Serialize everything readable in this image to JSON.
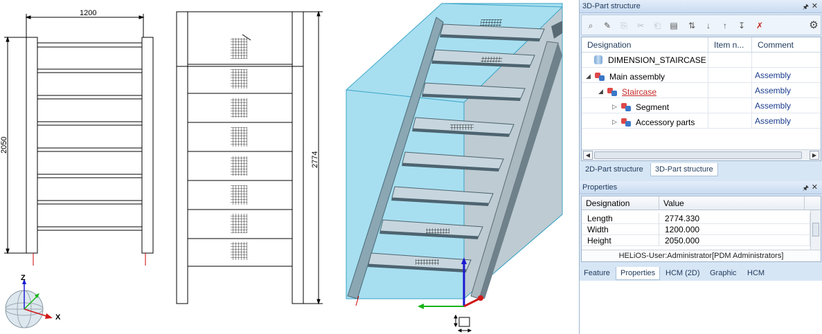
{
  "drawing": {
    "dim_width": "1200",
    "dim_height": "2050",
    "dim_length": "2774",
    "axis_z": "Z",
    "axis_x": "X"
  },
  "structure_panel": {
    "title": "3D-Part structure",
    "columns": [
      "Designation",
      "Item n...",
      "Comment"
    ],
    "rows": [
      {
        "designation": "DIMENSION_STAIRCASE",
        "item": "",
        "comment": ""
      },
      {
        "designation": "Main assembly",
        "item": "",
        "comment": "Assembly"
      },
      {
        "designation": "Staircase",
        "item": "",
        "comment": "Assembly"
      },
      {
        "designation": "Segment",
        "item": "",
        "comment": "Assembly"
      },
      {
        "designation": "Accessory parts",
        "item": "",
        "comment": "Assembly"
      }
    ],
    "tabs": [
      "2D-Part structure",
      "3D-Part structure"
    ]
  },
  "properties_panel": {
    "title": "Properties",
    "columns": [
      "Designation",
      "Value"
    ],
    "rows": [
      {
        "designation": "Length",
        "value": "2774.330"
      },
      {
        "designation": "Width",
        "value": "1200.000"
      },
      {
        "designation": "Height",
        "value": "2050.000"
      }
    ],
    "status": "HELiOS-User:Administrator[PDM Administrators]",
    "tabs": [
      "Feature",
      "Properties",
      "HCM (2D)",
      "Graphic",
      "HCM"
    ]
  }
}
